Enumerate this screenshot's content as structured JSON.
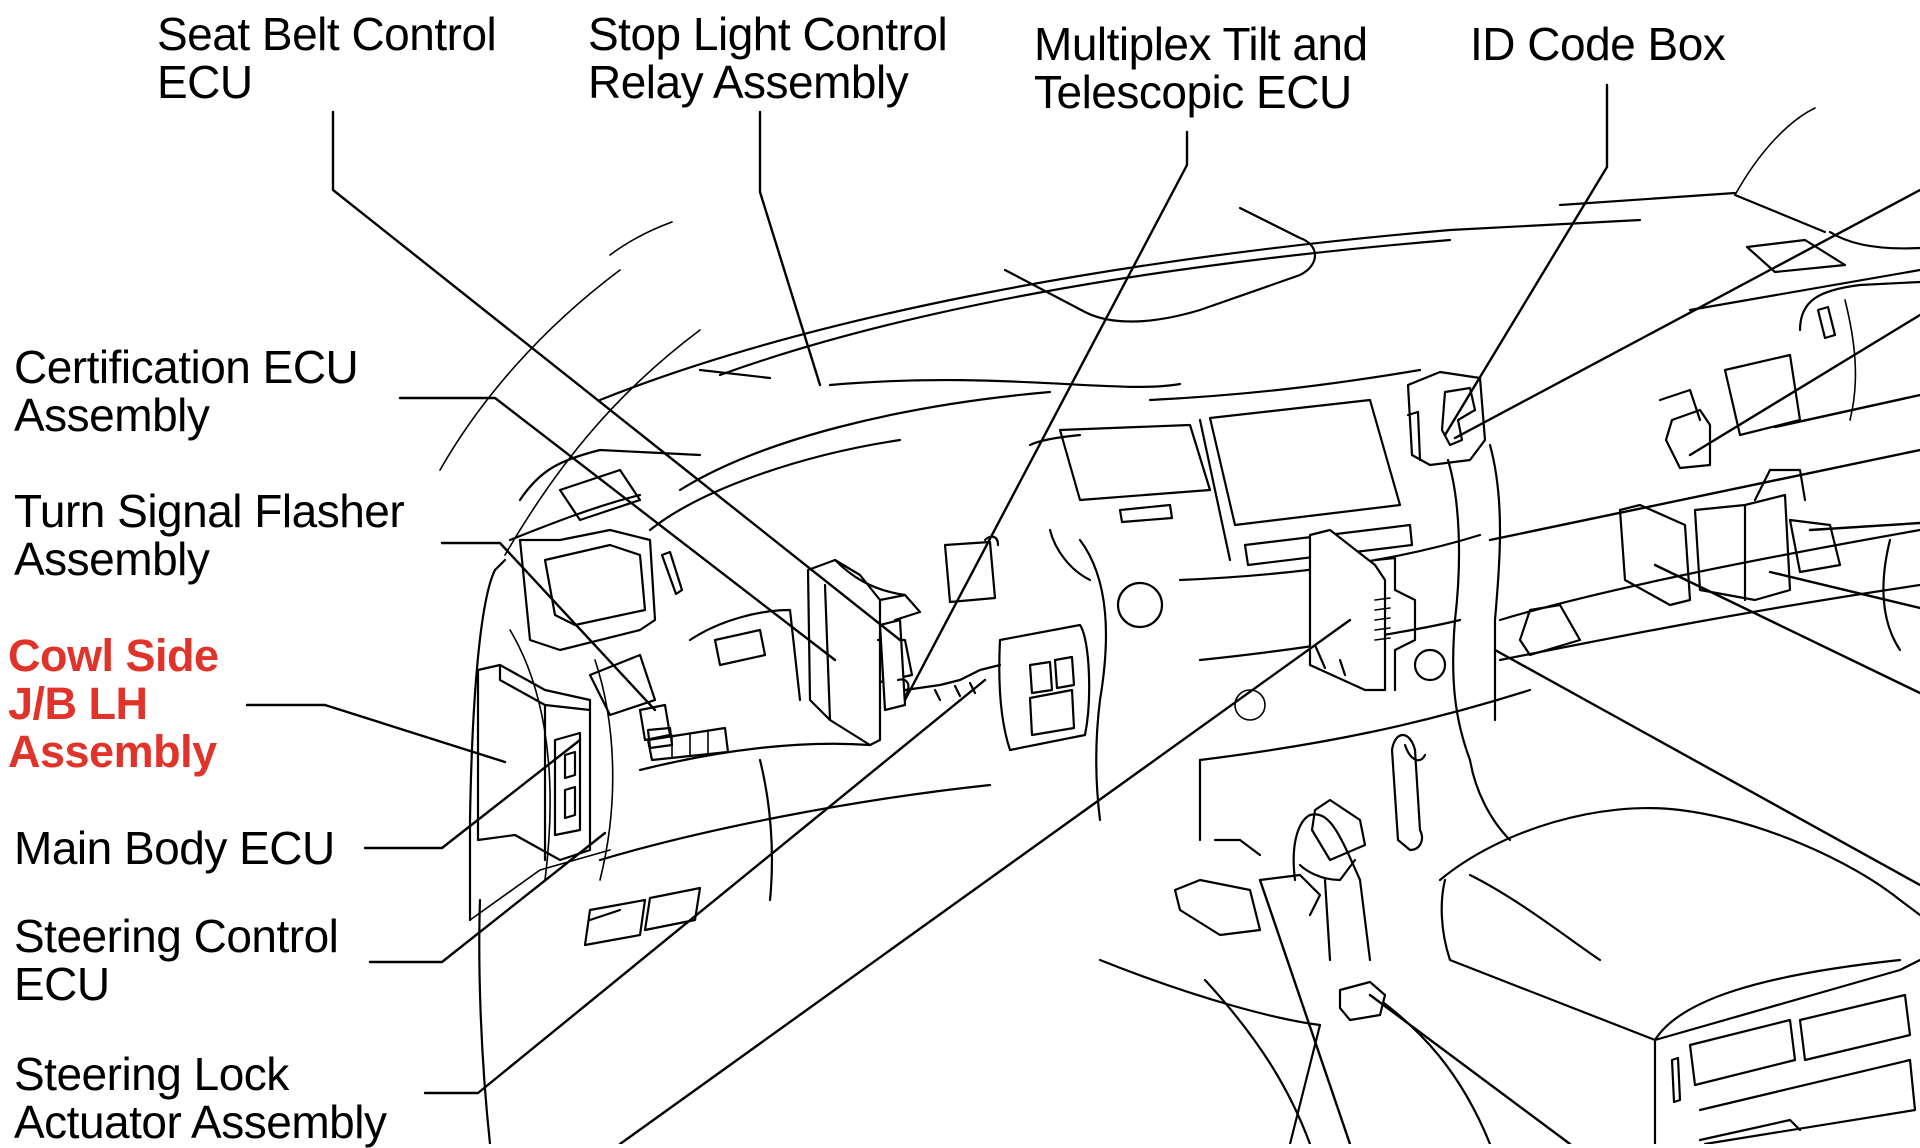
{
  "diagram": {
    "title": "",
    "highlight_color": "#e0342a",
    "labels": {
      "seat_belt": [
        "Seat Belt Control",
        "ECU"
      ],
      "stop_light": [
        "Stop Light Control",
        "Relay Assembly"
      ],
      "multiplex": [
        "Multiplex Tilt and",
        "Telescopic ECU"
      ],
      "id_code": [
        "ID Code Box"
      ],
      "certification": [
        "Certification ECU",
        "Assembly"
      ],
      "turn_signal": [
        "Turn Signal Flasher",
        "Assembly"
      ],
      "cowl_side": [
        "Cowl Side",
        "J/B LH",
        "Assembly"
      ],
      "main_body": [
        "Main Body ECU"
      ],
      "steering_control": [
        "Steering Control",
        "ECU"
      ],
      "steering_lock": [
        "Steering Lock",
        "Actuator Assembly"
      ]
    },
    "highlighted_component": "Cowl Side J/B LH Assembly"
  }
}
